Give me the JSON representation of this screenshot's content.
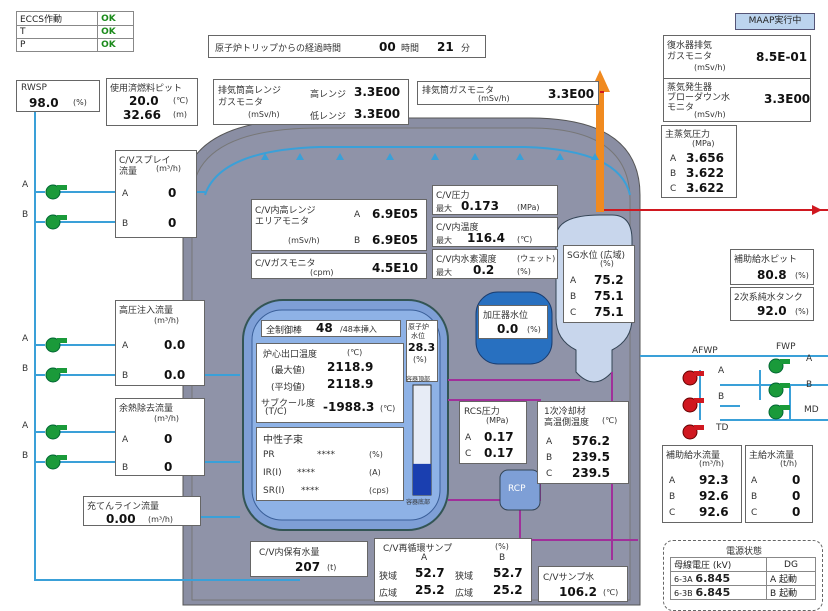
{
  "status": {
    "rows": [
      {
        "label": "ECCS作動",
        "value": "OK"
      },
      {
        "label": "T",
        "value": "OK"
      },
      {
        "label": "P",
        "value": "OK"
      }
    ]
  },
  "trip_time": {
    "label": "原子炉トリップからの経過時間",
    "hours": "00",
    "hours_unit": "時間",
    "minutes": "21",
    "minutes_unit": "分"
  },
  "maap": {
    "label": "MAAP実行中"
  },
  "rwsp": {
    "label": "RWSP",
    "value": "98.0",
    "unit": "(%)"
  },
  "spent_fuel": {
    "label": "使用済燃料ピット",
    "temp": "20.0",
    "temp_unit": "(℃)",
    "level": "32.66",
    "level_unit": "(m)"
  },
  "exhaust_monitor": {
    "label1": "排気筒高レンジ",
    "label2": "ガスモニタ",
    "unit": "(mSv/h)",
    "high_label": "高レンジ",
    "high_value": "3.3E00",
    "low_label": "低レンジ",
    "low_value": "3.3E00"
  },
  "gas_monitor": {
    "label": "排気筒ガスモニタ",
    "unit": "(mSv/h)",
    "value": "3.3E00"
  },
  "condenser": {
    "label1": "復水器排気",
    "label2": "ガスモニタ",
    "unit": "(mSv/h)",
    "value": "8.5E-01"
  },
  "sg_blowdown": {
    "label1": "蒸気発生器",
    "label2": "ブローダウン水",
    "label3": "モニタ",
    "unit": "(mSv/h)",
    "value": "3.3E00"
  },
  "main_steam": {
    "label": "主蒸気圧力",
    "unit": "(MPa)",
    "rows": [
      {
        "k": "A",
        "v": "3.656"
      },
      {
        "k": "B",
        "v": "3.622"
      },
      {
        "k": "C",
        "v": "3.622"
      }
    ]
  },
  "cv_spray": {
    "label1": "C/Vスプレイ",
    "label2": "流量",
    "unit": "(m³/h)",
    "rows": [
      {
        "k": "A",
        "v": "0"
      },
      {
        "k": "B",
        "v": "0"
      }
    ]
  },
  "cv_area_monitor": {
    "label1": "C/V内高レンジ",
    "label2": "エリアモニタ",
    "unit": "(mSv/h)",
    "a_key": "A",
    "a_val": "6.9E05",
    "b_key": "B",
    "b_val": "6.9E05"
  },
  "cv_gas_monitor": {
    "label": "C/Vガスモニタ",
    "unit": "(cpm)",
    "value": "4.5E10"
  },
  "cv_pressure": {
    "label": "C/V圧力",
    "max": "最大",
    "value": "0.173",
    "unit": "(MPa)"
  },
  "cv_temp": {
    "label": "C/V内温度",
    "max": "最大",
    "value": "116.4",
    "unit": "(℃)"
  },
  "cv_h2": {
    "label": "C/V内水素濃度",
    "wet": "(ウェット)",
    "max": "最大",
    "value": "0.2",
    "unit": "(%)"
  },
  "sg_level": {
    "label1": "SG水位",
    "label2": "(広域)",
    "unit": "(%)",
    "rows": [
      {
        "k": "A",
        "v": "75.2"
      },
      {
        "k": "B",
        "v": "75.1"
      },
      {
        "k": "C",
        "v": "75.1"
      }
    ]
  },
  "aux_feed_pit": {
    "label": "補助給水ピット",
    "value": "80.8",
    "unit": "(%)"
  },
  "secondary_tank": {
    "label": "2次系純水タンク",
    "value": "92.0",
    "unit": "(%)"
  },
  "hp_injection": {
    "label": "高圧注入流量",
    "unit": "(m³/h)",
    "rows": [
      {
        "k": "A",
        "v": "0.0"
      },
      {
        "k": "B",
        "v": "0.0"
      }
    ]
  },
  "residual_heat": {
    "label": "余熱除去流量",
    "unit": "(m³/h)",
    "rows": [
      {
        "k": "A",
        "v": "0"
      },
      {
        "k": "B",
        "v": "0"
      }
    ]
  },
  "charging": {
    "label": "充てんライン流量",
    "value": "0.00",
    "unit": "(m³/h)"
  },
  "core": {
    "rods_label": "全制御棒",
    "rods_value": "48",
    "rods_total": "/48本挿入",
    "outlet_label": "炉心出口温度",
    "outlet_unit": "(℃)",
    "max_label": "(最大値)",
    "max_value": "2118.9",
    "avg_label": "(平均値)",
    "avg_value": "2118.9",
    "subcool_label1": "サブクール度",
    "subcool_label2": "(T/C)",
    "subcool_value": "-1988.3",
    "subcool_unit": "(℃)",
    "neutron_label": "中性子束",
    "pr_label": "PR",
    "pr_value": "****",
    "pr_unit": "(%)",
    "ir_label": "IR(I)",
    "ir_value": "****",
    "ir_unit": "(A)",
    "sr_label": "SR(I)",
    "sr_value": "****",
    "sr_unit": "(cps)"
  },
  "reactor_level": {
    "label1": "原子炉",
    "label2": "水位",
    "value": "28.3",
    "unit": "(%)",
    "top_label": "容器頂部",
    "bottom_label": "容器底部",
    "level_fraction": 0.283
  },
  "pressurizer": {
    "label": "加圧器水位",
    "value": "0.0",
    "unit": "(%)"
  },
  "rcs_pressure": {
    "label": "RCS圧力",
    "unit": "(MPa)",
    "rows": [
      {
        "k": "A",
        "v": "0.17"
      },
      {
        "k": "C",
        "v": "0.17"
      }
    ]
  },
  "loop_temp": {
    "label1": "1次冷却材",
    "label2": "高温側温度",
    "unit": "(℃)",
    "rows": [
      {
        "k": "A",
        "v": "576.2"
      },
      {
        "k": "B",
        "v": "239.5"
      },
      {
        "k": "C",
        "v": "239.5"
      }
    ]
  },
  "rcp": {
    "label": "RCP"
  },
  "afwp": {
    "label": "AFWP",
    "pumps": [
      "A",
      "B",
      "TD"
    ]
  },
  "fwp": {
    "label": "FWP",
    "pumps": [
      "A",
      "B",
      "MD"
    ]
  },
  "aux_feed_flow": {
    "label": "補助給水流量",
    "unit": "(m³/h)",
    "rows": [
      {
        "k": "A",
        "v": "92.3"
      },
      {
        "k": "B",
        "v": "92.6"
      },
      {
        "k": "C",
        "v": "92.6"
      }
    ]
  },
  "main_feed_flow": {
    "label": "主給水流量",
    "unit": "(t/h)",
    "rows": [
      {
        "k": "A",
        "v": "0"
      },
      {
        "k": "B",
        "v": "0"
      },
      {
        "k": "C",
        "v": "0"
      }
    ]
  },
  "cv_water": {
    "label": "C/V内保有水量",
    "value": "207",
    "unit": "(t)"
  },
  "cv_sump": {
    "label": "C/V再循環サンプ",
    "unit": "(%)",
    "col_a": "A",
    "col_b": "B",
    "narrow_label": "狭域",
    "narrow_a": "52.7",
    "narrow_b": "52.7",
    "wide_label": "広域",
    "wide_a": "25.2",
    "wide_b": "25.2"
  },
  "cv_sump_water": {
    "label": "C/Vサンプ水",
    "value": "106.2",
    "unit": "(℃)"
  },
  "power": {
    "title": "電源状態",
    "bus_label": "母線電圧 (kV)",
    "dg_label": "DG",
    "rows": [
      {
        "bus": "6-3A",
        "v": "6.845",
        "dg": "A",
        "state": "起動"
      },
      {
        "bus": "6-3B",
        "v": "6.845",
        "dg": "B",
        "state": "起動"
      }
    ]
  },
  "pump_labels": {
    "a": "A",
    "b": "B"
  }
}
